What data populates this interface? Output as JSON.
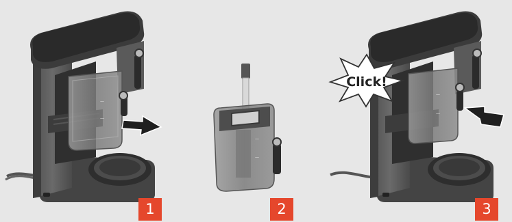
{
  "steps": [
    {
      "number": "1"
    },
    {
      "number": "2"
    },
    {
      "number": "3"
    }
  ],
  "callout": {
    "text": "Click!"
  },
  "colors": {
    "background": "#e7e7e7",
    "badge": "#e5472c",
    "machine_body": "#5f5f5f",
    "machine_dark": "#3a3a3a",
    "reservoir": "#8c8c8c",
    "arrow": "#1f1f1f"
  },
  "icons": [
    "arrow-out-icon",
    "water-stream-icon",
    "arrow-in-icon",
    "click-burst-icon"
  ]
}
